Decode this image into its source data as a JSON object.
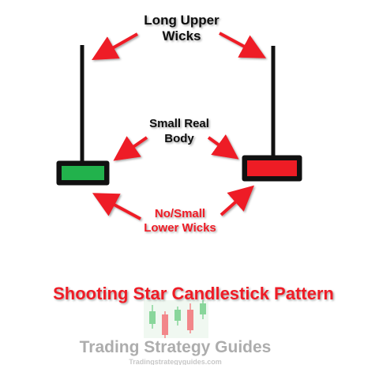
{
  "labels": {
    "upper_wicks_line1": "Long Upper",
    "upper_wicks_line2": "Wicks",
    "body_line1": "Small Real",
    "body_line2": "Body",
    "lower_wicks_line1": "No/Small",
    "lower_wicks_line2": "Lower Wicks"
  },
  "title": "Shooting Star Candlestick Pattern",
  "watermark": {
    "name": "Trading Strategy Guides",
    "url": "Tradingstrategyguides.com"
  },
  "candles": [
    {
      "name": "bullish",
      "color": "#22b24c",
      "upper_wick": "long",
      "lower_wick": "none"
    },
    {
      "name": "bearish",
      "color": "#ee1c25",
      "upper_wick": "long",
      "lower_wick": "none"
    }
  ],
  "colors": {
    "arrow": "#ee1c25",
    "text": "#111111",
    "lower_label": "#ee1c25",
    "title": "#ee1c25",
    "outline": "#111111",
    "logo_green": "#2ab54a",
    "logo_red": "#e8262b",
    "logo_text": "#6b6b6b"
  }
}
